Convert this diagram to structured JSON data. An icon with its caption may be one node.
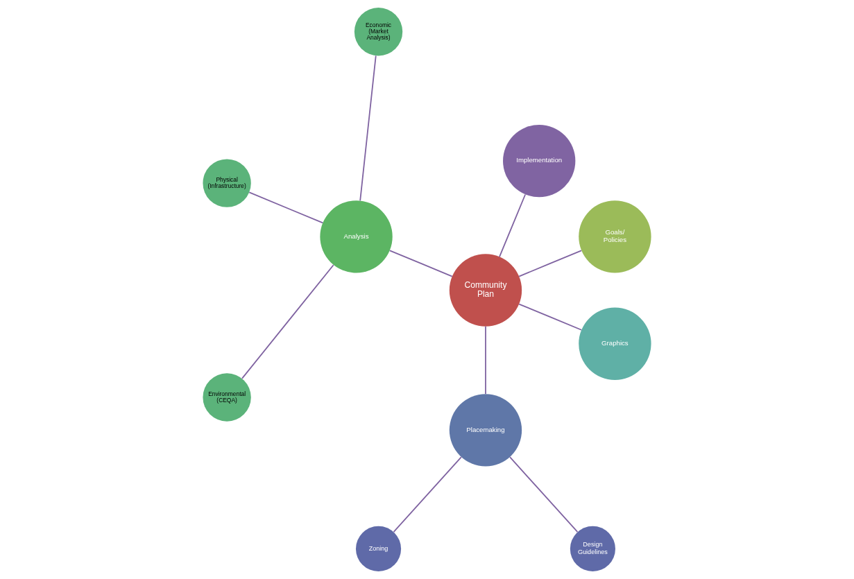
{
  "diagram": {
    "nodes": [
      {
        "text": [
          "Community Plan"
        ]
      },
      {
        "text": [
          "Goals/ Policies"
        ]
      },
      {
        "text": [
          "Implementation"
        ]
      },
      {
        "text": [
          "Analysis"
        ]
      },
      {
        "text": [
          "Economic (Market Analysis)"
        ]
      },
      {
        "text": [
          "Physical (Infrastructure)"
        ]
      },
      {
        "text": [
          "Environmental (CEQA)"
        ]
      },
      {
        "text": [
          "Placemaking"
        ]
      },
      {
        "text": [
          "Graphics"
        ]
      },
      {
        "text": [
          "Zoning"
        ]
      },
      {
        "text": [
          "Design Guidelines"
        ]
      }
    ],
    "edges": [
      {
        "from": 0,
        "to": 1,
        "arrow": "none"
      },
      {
        "from": 0,
        "to": 3,
        "arrow": "none"
      },
      {
        "from": 0,
        "to": 8,
        "arrow": "none"
      },
      {
        "from": 0,
        "to": 7,
        "arrow": "none"
      },
      {
        "from": 0,
        "to": 2,
        "arrow": "none"
      },
      {
        "from": 3,
        "to": 4,
        "arrow": "none"
      },
      {
        "from": 3,
        "to": 5,
        "arrow": "none"
      },
      {
        "from": 3,
        "to": 6,
        "arrow": "none"
      },
      {
        "from": 7,
        "to": 9,
        "arrow": "none"
      },
      {
        "from": 7,
        "to": 10,
        "arrow": "none"
      }
    ]
  }
}
